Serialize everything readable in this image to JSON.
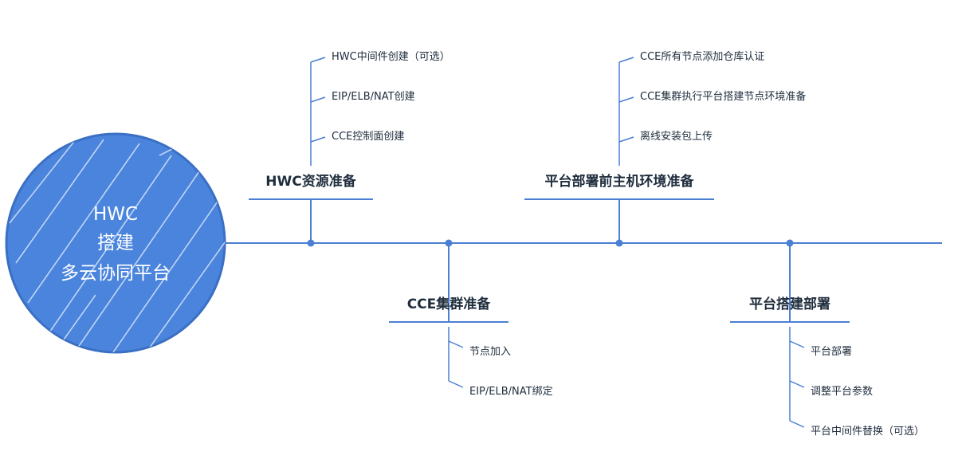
{
  "center": {
    "lines": [
      "HWC",
      "搭建",
      "多云协同平台"
    ]
  },
  "branches": [
    {
      "title": "HWC资源准备",
      "items": [
        "HWC中间件创建（可选）",
        "EIP/ELB/NAT创建",
        "CCE控制面创建"
      ]
    },
    {
      "title": "CCE集群准备",
      "items": [
        "节点加入",
        "EIP/ELB/NAT绑定"
      ]
    },
    {
      "title": "平台部署前主机环境准备",
      "items": [
        "CCE所有节点添加仓库认证",
        "CCE集群执行平台搭建节点环境准备",
        "离线安装包上传"
      ]
    },
    {
      "title": "平台搭建部署",
      "items": [
        "平台部署",
        "调整平台参数",
        "平台中间件替换（可选）"
      ]
    }
  ],
  "colors": {
    "line": "#4a7fd4",
    "circle": "#4a84dc",
    "text": "#1f2d3d"
  }
}
